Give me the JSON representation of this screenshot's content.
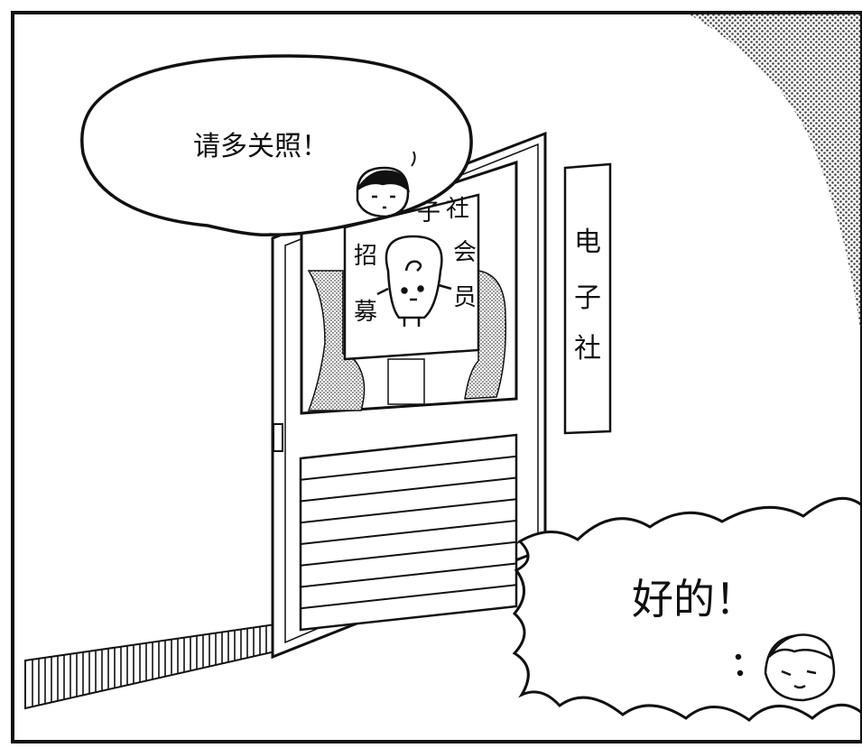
{
  "bubble_top": {
    "text": "请多关照！"
  },
  "door_sign": {
    "chars": [
      "电",
      "子",
      "社"
    ]
  },
  "poster": {
    "left_chars": [
      "招",
      "募"
    ],
    "right_chars": [
      "子",
      "社",
      "会",
      "员"
    ]
  },
  "bubble_bottom": {
    "text": "好的！"
  },
  "colors": {
    "ink": "#111111",
    "paper": "#ffffff",
    "screen": "#bdbdbd"
  }
}
